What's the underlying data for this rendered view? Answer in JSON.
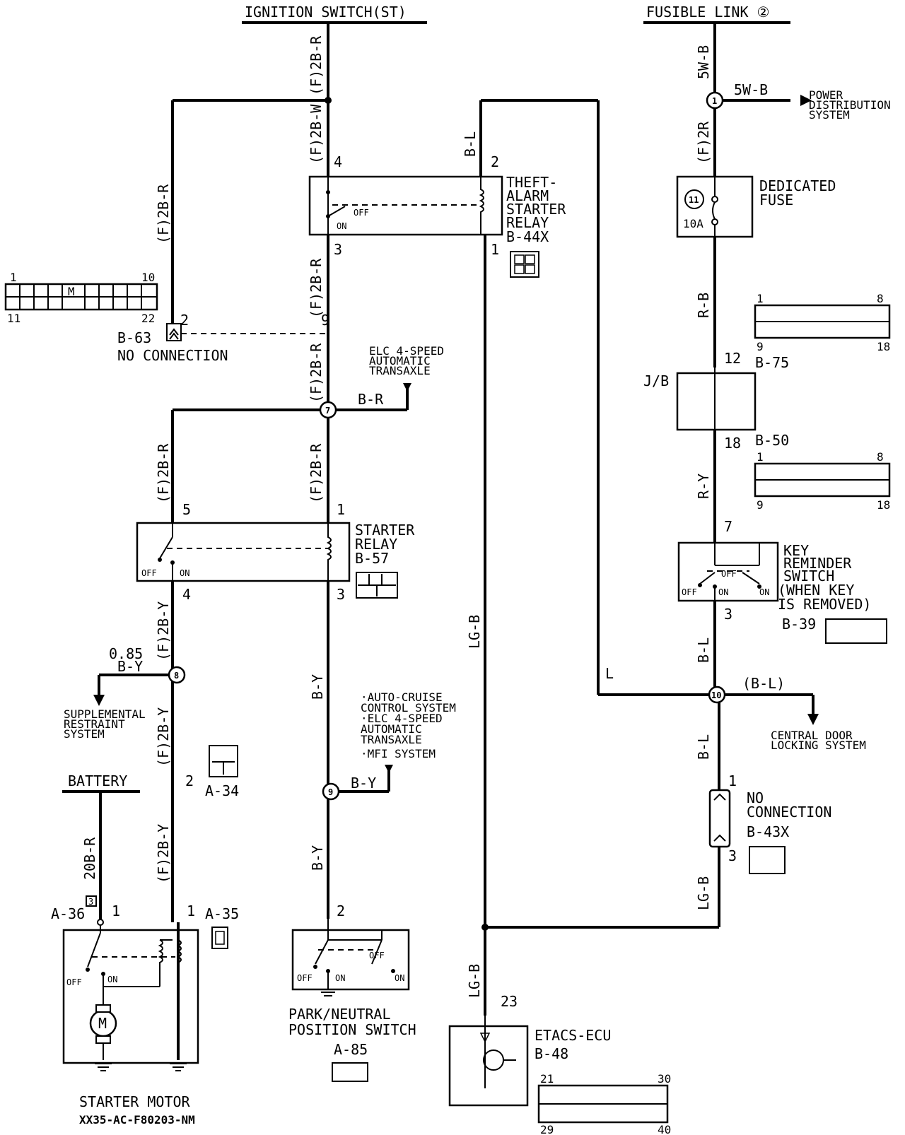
{
  "headers": {
    "ignition": "IGNITION SWITCH(ST)",
    "fusible": "FUSIBLE LINK ②",
    "battery": "BATTERY"
  },
  "wires": {
    "ign_top": "(F)2B-R",
    "ign_w": "(F)2B-W",
    "left_2br": "(F)2B-R",
    "mid_2br": "(F)2B-R",
    "mid_2br2": "(F)2B-R",
    "br_elc": "B-R",
    "left_relay_in": "(F)2B-R",
    "mid_relay_in": "(F)2B-R",
    "left_2by": "(F)2B-Y",
    "by_085a": "0.85",
    "by_085b": "B-Y",
    "left_2by2": "(F)2B-Y",
    "left_2by3": "(F)2B-Y",
    "bat_20br": "20B-R",
    "mid_by": "B-Y",
    "mid_by2": "B-Y",
    "mid_by3": "B-Y",
    "bl_top": "B-L",
    "lgb_mid": "LG-B",
    "lgb_bottom": "LG-B",
    "fl_5wb": "5W-B",
    "fl_5wb_right": "5W-B",
    "fl_2r": "(F)2R",
    "rb": "R-B",
    "ry": "R-Y",
    "bl_right": "B-L",
    "bl_paren": "(B-L)",
    "bl_right2": "B-L",
    "lgb_right": "LG-B"
  },
  "components": {
    "theft_relay": {
      "l1": "THEFT-",
      "l2": "ALARM",
      "l3": "STARTER",
      "l4": "RELAY",
      "id": "B-44X",
      "off": "OFF",
      "on": "ON"
    },
    "b63": {
      "id": "B-63",
      "note": "NO CONNECTION"
    },
    "elc_top": {
      "l1": "ELC 4-SPEED",
      "l2": "AUTOMATIC",
      "l3": "TRANSAXLE"
    },
    "starter_relay": {
      "l1": "STARTER",
      "l2": "RELAY",
      "id": "B-57",
      "off": "OFF",
      "on": "ON"
    },
    "srs": {
      "l1": "SUPPLEMENTAL",
      "l2": "RESTRAINT",
      "l3": "SYSTEM"
    },
    "a34": {
      "id": "A-34"
    },
    "a36": {
      "id": "A-36"
    },
    "a35": {
      "id": "A-35"
    },
    "starter_motor": {
      "name": "STARTER MOTOR",
      "code": "XX35-AC-F80203-NM",
      "off": "OFF",
      "on": "ON"
    },
    "cruise": {
      "l1": "·AUTO-CRUISE",
      "l2": "CONTROL SYSTEM",
      "l3": "·ELC 4-SPEED",
      "l4": "AUTOMATIC",
      "l5": "TRANSAXLE",
      "l6": "·MFI SYSTEM"
    },
    "pnp": {
      "l1": "PARK/NEUTRAL",
      "l2": "POSITION SWITCH",
      "id": "A-85",
      "off": "OFF",
      "on": "ON",
      "off2": "OFF",
      "on2": "ON"
    },
    "etacs": {
      "name": "ETACS-ECU",
      "id": "B-48"
    },
    "power_dist": {
      "l1": "POWER",
      "l2": "DISTRIBUTION",
      "l3": "SYSTEM"
    },
    "fuse": {
      "l1": "DEDICATED",
      "l2": "FUSE",
      "num": "11",
      "amp": "10A"
    },
    "jb": {
      "name": "J/B",
      "top": "B-75",
      "bottom": "B-50"
    },
    "key_reminder": {
      "l1": "KEY",
      "l2": "REMINDER",
      "l3": "SWITCH",
      "l4": "(WHEN KEY",
      "l5": "IS REMOVED)",
      "id": "B-39",
      "off": "OFF",
      "on": "ON",
      "off2": "OFF",
      "on2": "ON"
    },
    "central_door": {
      "l1": "CENTRAL DOOR",
      "l2": "LOCKING SYSTEM"
    },
    "b43x": {
      "l1": "NO",
      "l2": "CONNECTION",
      "id": "B-43X"
    }
  },
  "pins": {
    "tr4": "4",
    "tr3": "3",
    "tr2": "2",
    "tr1": "1",
    "j9": "9",
    "b63p": "2",
    "sr5": "5",
    "sr1": "1",
    "sr4": "4",
    "sr3": "3",
    "a34p": "2",
    "a36p": "1",
    "a35p": "1",
    "pnp2": "2",
    "etacs23": "23",
    "jb12": "12",
    "jb18": "18",
    "kr7": "7",
    "kr3": "3",
    "b43_1": "1",
    "b43_3": "3",
    "c_b63_1": "1",
    "c_b63_10": "10",
    "c_b63_11": "11",
    "c_b63_22": "22",
    "c_b75_1": "1",
    "c_b75_8": "8",
    "c_b75_9": "9",
    "c_b75_18": "18",
    "c_b50_1": "1",
    "c_b50_8": "8",
    "c_b50_9": "9",
    "c_b50_18": "18",
    "c_b48_21": "21",
    "c_b48_30": "30",
    "c_b48_29": "29",
    "c_b48_40": "40"
  },
  "junctions": {
    "j7": "7",
    "j8": "8",
    "j9": "9",
    "j1": "1",
    "j10": "10",
    "bat": "3"
  }
}
